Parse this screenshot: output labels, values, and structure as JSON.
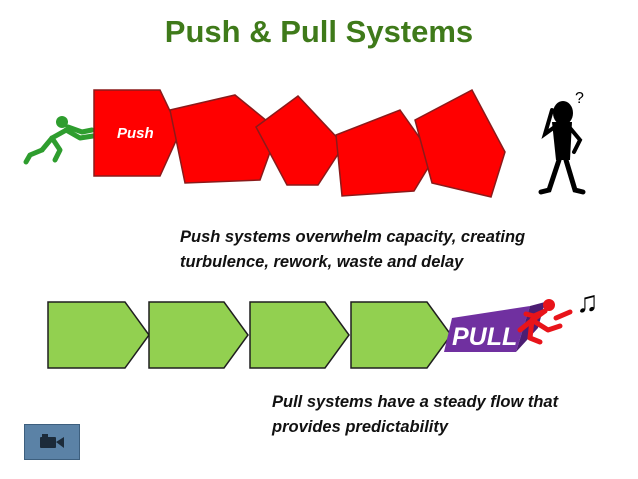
{
  "slide": {
    "title": "Push & Pull Systems",
    "push_label": "Push",
    "push_caption_line1": "Push systems overwhelm capacity, creating",
    "push_caption_line2": "turbulence, rework, waste and delay",
    "pull_label": "PULL",
    "pull_caption_line1": "Pull systems have a steady flow that",
    "pull_caption_line2": "provides predictability",
    "question_mark": "?",
    "music_note": "♫"
  },
  "colors": {
    "title": "#3f7a1a",
    "push_fill": "#ff0000",
    "pull_fill": "#92d050",
    "pull_banner": "#7030a0",
    "pusher_figure": "#2e9d2e",
    "puller_figure": "#e8141a",
    "button": "#5b82a6"
  },
  "icons": {
    "pusher": "running-figure-icon",
    "confused": "confused-figure-icon",
    "puller": "pulling-figure-icon",
    "music": "music-note-icon",
    "nav": "video-camera-icon"
  }
}
